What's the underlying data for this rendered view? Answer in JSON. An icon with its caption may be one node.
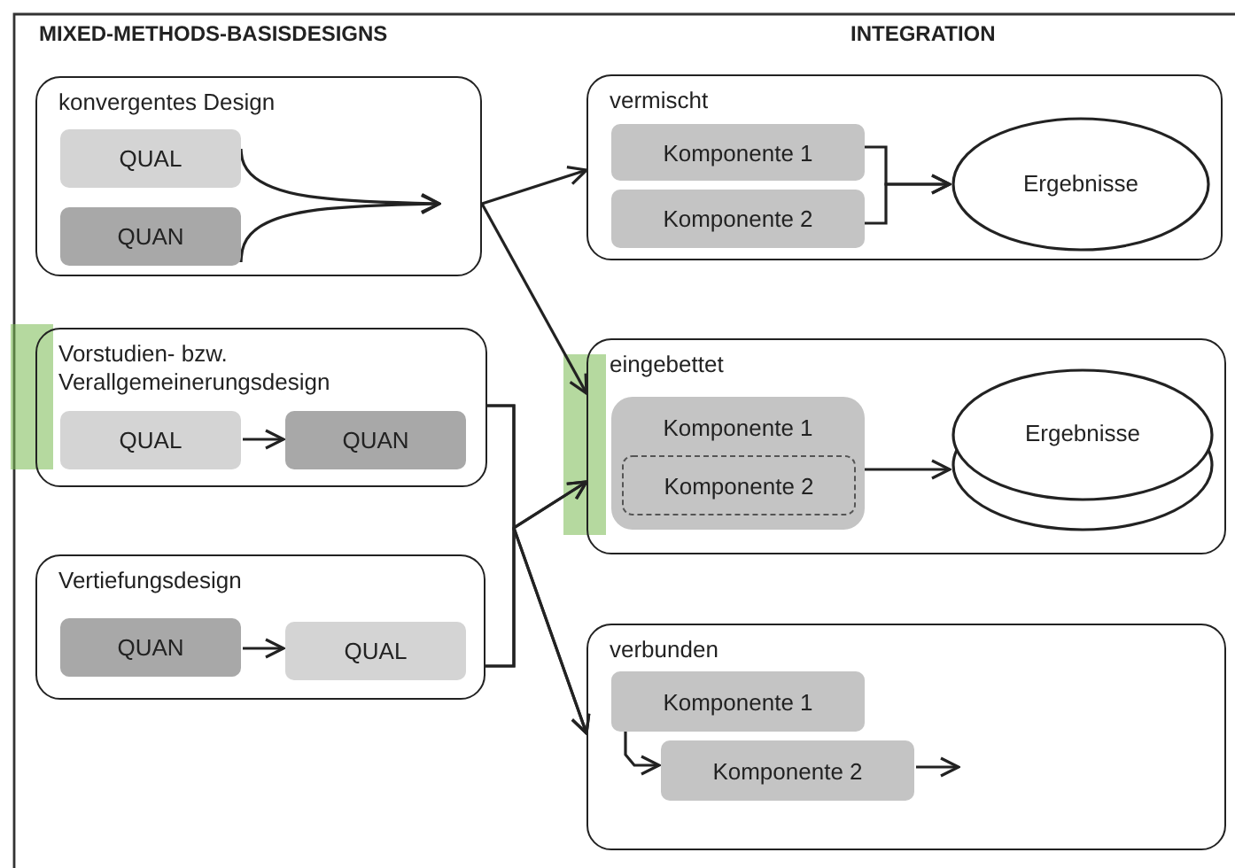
{
  "diagram": {
    "nodes": [
      {
        "text": [
          "konvergentes Design"
        ]
      },
      {
        "text": [
          "QUAL"
        ],
        "in": 0
      },
      {
        "text": [
          "QUAN"
        ],
        "in": 0
      },
      {
        "text": [
          "Vorstudien- bzw. Verallgemeinerungsdesign"
        ]
      },
      {
        "text": [
          "QUAL"
        ],
        "in": 3
      },
      {
        "text": [
          "QUAN"
        ],
        "in": 3
      },
      {
        "text": [
          "Vertiefungsdesign"
        ]
      },
      {
        "text": [
          "QUAN"
        ],
        "in": 6
      },
      {
        "text": [
          "QUAL"
        ],
        "in": 6
      },
      {
        "text": [
          "vermischt"
        ]
      },
      {
        "text": [
          "Komponente 1"
        ],
        "in": 9
      },
      {
        "text": [
          "Komponente 2"
        ],
        "in": 9
      },
      {
        "text": [
          "Ergebnisse"
        ],
        "in": 9
      },
      {
        "text": [
          "eingebettet"
        ]
      },
      {
        "text": [
          "Komponente 1"
        ],
        "in": 13
      },
      {
        "text": [
          "Komponente 2"
        ],
        "in": 14
      },
      {
        "text": [
          "Ergebnisse"
        ],
        "in": 13
      },
      {
        "text": [
          "verbunden"
        ]
      },
      {
        "text": [
          "Komponente 1"
        ],
        "in": 17
      },
      {
        "text": [
          "Komponente 2"
        ],
        "in": 17
      }
    ],
    "edges": [
      {
        "from": 1,
        "to": null,
        "arrow": "to"
      },
      {
        "from": 2,
        "to": null,
        "arrow": "to"
      },
      {
        "from": 0,
        "to": 9,
        "arrow": "to"
      },
      {
        "from": 0,
        "to": 13,
        "arrow": "to"
      },
      {
        "from": 4,
        "to": 5,
        "arrow": "to"
      },
      {
        "from": 3,
        "to": 13,
        "arrow": "to"
      },
      {
        "from": 6,
        "to": 13,
        "arrow": "to"
      },
      {
        "from": 3,
        "to": 17,
        "arrow": "to"
      },
      {
        "from": 6,
        "to": 17,
        "arrow": "to"
      },
      {
        "from": 7,
        "to": 8,
        "arrow": "to"
      },
      {
        "from": 10,
        "to": 12,
        "arrow": "to"
      },
      {
        "from": 11,
        "to": 12,
        "arrow": "to"
      },
      {
        "from": 14,
        "to": 16,
        "arrow": "to"
      },
      {
        "from": 18,
        "to": 19,
        "arrow": "to"
      },
      {
        "from": 19,
        "to": null,
        "arrow": "to"
      }
    ],
    "labels": [
      "MIXED-METHODS-BASISDESIGNS",
      "INTEGRATION"
    ]
  }
}
